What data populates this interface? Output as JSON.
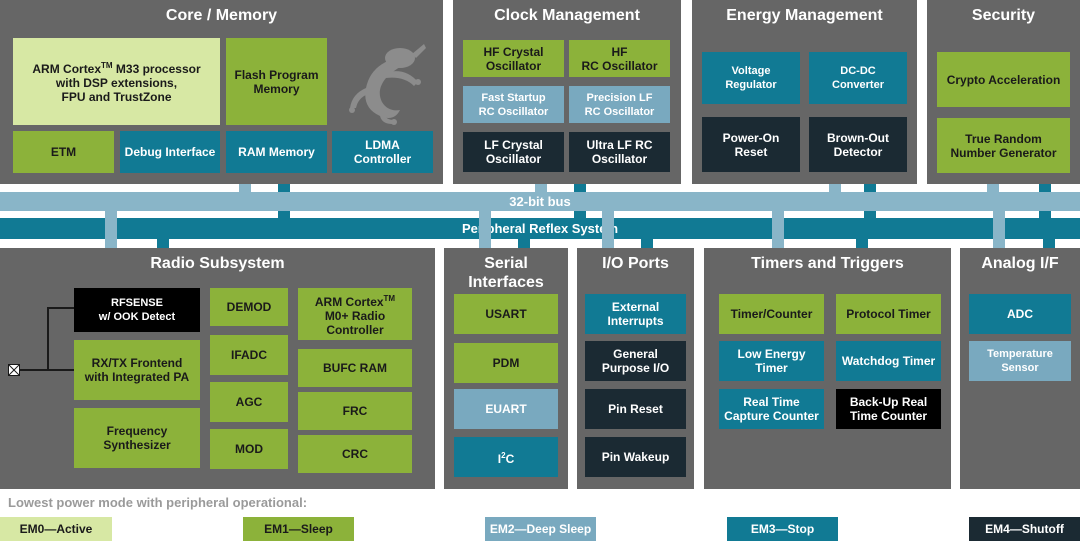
{
  "colors": {
    "em0": "#d7e8a4",
    "em1": "#8cb23a",
    "em2": "#79a9bf",
    "em3": "#117a94",
    "em4": "#1b2a33",
    "panel": "#666666"
  },
  "panels": {
    "core": {
      "title": "Core / Memory"
    },
    "clock": {
      "title": "Clock Management"
    },
    "energy": {
      "title": "Energy Management"
    },
    "security": {
      "title": "Security"
    },
    "radio": {
      "title": "Radio Subsystem"
    },
    "serial": {
      "title": "Serial\nInterfaces"
    },
    "io": {
      "title": "I/O Ports"
    },
    "timers": {
      "title": "Timers and Triggers"
    },
    "analog": {
      "title": "Analog I/F"
    }
  },
  "blocks": {
    "cpu": "ARM Cortex",
    "cpu_tm": "TM",
    "cpu_rest": " M33 processor\nwith DSP extensions,\nFPU and TrustZone",
    "flash": "Flash Program\nMemory",
    "etm": "ETM",
    "debug": "Debug Interface",
    "ram": "RAM Memory",
    "ldma": "LDMA\nController",
    "hf_xo": "HF Crystal\nOscillator",
    "hf_rc": "HF\nRC Oscillator",
    "fs_rc": "Fast Startup\nRC Oscillator",
    "plf_rc": "Precision LF\nRC Oscillator",
    "lf_xo": "LF Crystal\nOscillator",
    "ulf_rc": "Ultra LF RC\nOscillator",
    "vreg": "Voltage\nRegulator",
    "dcdc": "DC-DC\nConverter",
    "por": "Power-On\nReset",
    "bod": "Brown-Out\nDetector",
    "crypto": "Crypto Acceleration",
    "trng": "True Random\nNumber Generator",
    "rfsense": "RFSENSE\nw/ OOK Detect",
    "demod": "DEMOD",
    "m0": "ARM Cortex",
    "m0_tm": "TM",
    "m0_rest": "\nM0+ Radio\nController",
    "rxtx": "RX/TX Frontend\nwith Integrated PA",
    "ifadc": "IFADC",
    "bufc": "BUFC RAM",
    "agc": "AGC",
    "frc": "FRC",
    "synth": "Frequency\nSynthesizer",
    "mod": "MOD",
    "crc": "CRC",
    "usart": "USART",
    "pdm": "PDM",
    "euart": "EUART",
    "i2c": "I",
    "i2c_sup": "2",
    "i2c_rest": "C",
    "ext_int": "External\nInterrupts",
    "gpio": "General\nPurpose I/O",
    "pin_reset": "Pin Reset",
    "pin_wakeup": "Pin Wakeup",
    "timer_counter": "Timer/Counter",
    "protocol_timer": "Protocol Timer",
    "le_timer": "Low Energy Timer",
    "wdog": "Watchdog Timer",
    "rtcc": "Real Time\nCapture Counter",
    "burtc": "Back-Up Real\nTime Counter",
    "adc": "ADC",
    "temp": "Temperature\nSensor"
  },
  "buses": {
    "bus32": "32-bit bus",
    "prs": "Peripheral Reflex System"
  },
  "legend": {
    "title": "Lowest power mode with peripheral operational:",
    "items": [
      {
        "label": "EM0—Active"
      },
      {
        "label": "EM1—Sleep"
      },
      {
        "label": "EM2—Deep Sleep"
      },
      {
        "label": "EM3—Stop"
      },
      {
        "label": "EM4—Shutoff"
      }
    ]
  }
}
